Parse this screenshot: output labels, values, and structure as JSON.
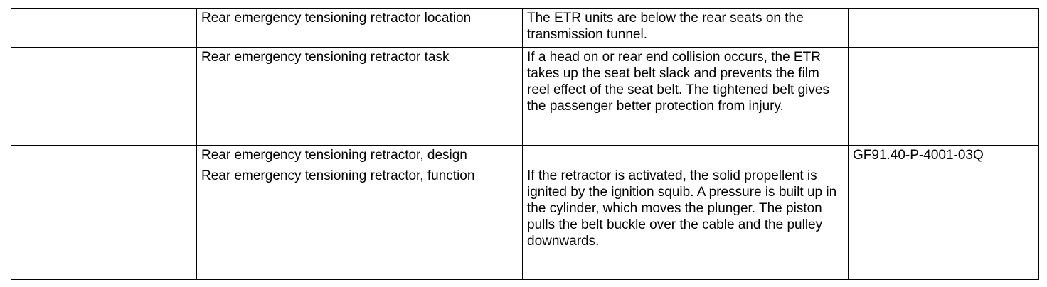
{
  "rows": [
    {
      "c1": "",
      "c2": "Rear emergency tensioning retractor location",
      "c3": "The ETR units are below the rear seats on the transmission tunnel.",
      "c4": ""
    },
    {
      "c1": "",
      "c2": "Rear emergency tensioning retractor task",
      "c3": "If a head on or rear end collision occurs, the ETR takes up the seat belt slack and prevents the film reel effect of the seat belt. The tightened belt gives the passenger better protection from injury.",
      "c4": ""
    },
    {
      "c1": "",
      "c2": "Rear emergency tensioning retractor, design",
      "c3": "",
      "c4": "GF91.40-P-4001-03Q"
    },
    {
      "c1": "",
      "c2": "Rear emergency tensioning retractor, function",
      "c3": "If the retractor is activated, the solid propellent is ignited by the ignition squib. A pressure is built up in the cylinder, which moves the plunger. The piston pulls the belt buckle over the cable and the pulley downwards.",
      "c4": ""
    }
  ]
}
